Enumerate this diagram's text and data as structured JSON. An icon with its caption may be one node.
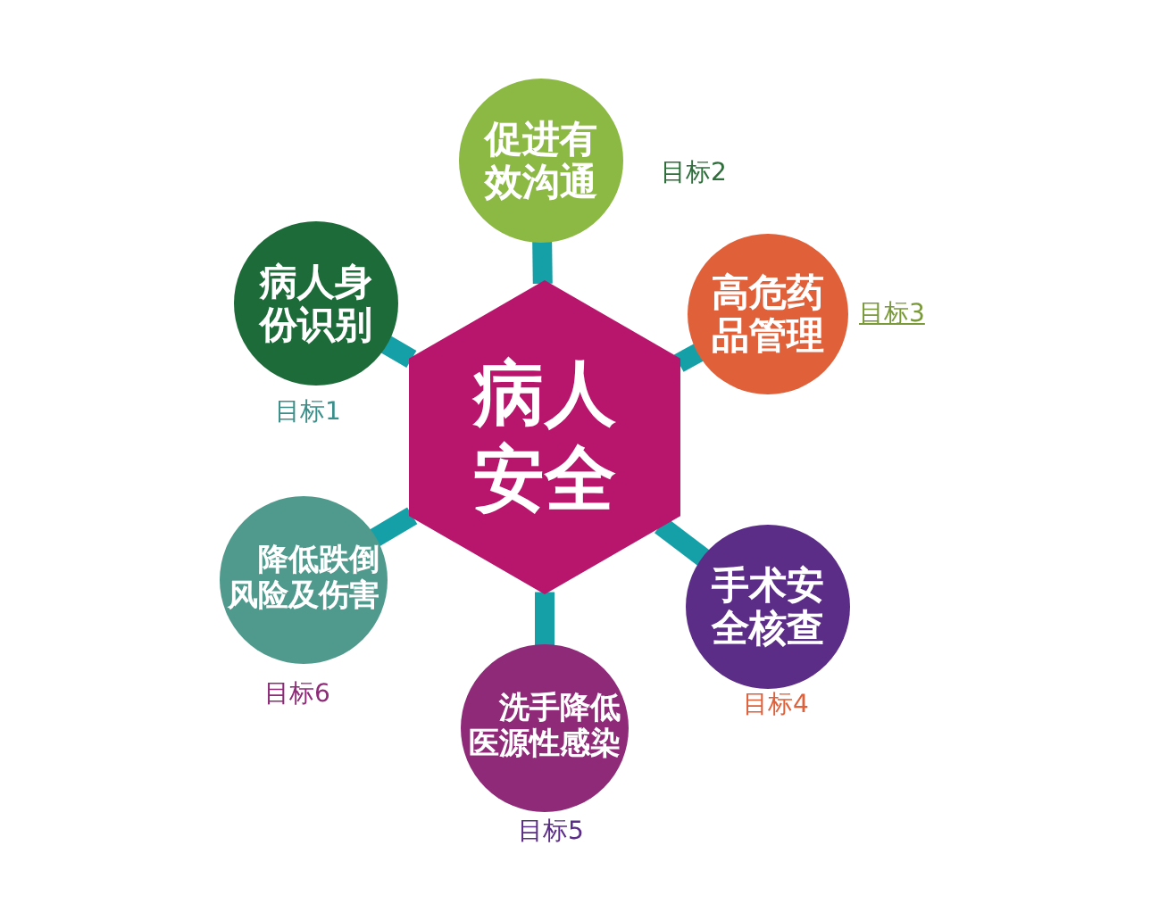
{
  "diagram": {
    "nodes": [
      {
        "text": [
          "病人安全"
        ]
      },
      {
        "text": [
          "促进有效沟通"
        ],
        "beside": [
          "目标2"
        ]
      },
      {
        "text": [
          "病人身份识别"
        ],
        "beside": [
          "目标1"
        ]
      },
      {
        "text": [
          "高危药品管理"
        ],
        "beside": [
          "目标3"
        ]
      },
      {
        "text": [
          "降低跌倒风险及伤害"
        ],
        "beside": [
          "目标6"
        ]
      },
      {
        "text": [
          "手术安全核查"
        ],
        "beside": [
          "目标4"
        ]
      },
      {
        "text": [
          "洗手降低医源性感染"
        ],
        "beside": [
          "目标5"
        ]
      }
    ],
    "edges": [
      {
        "from": 0,
        "to": 1,
        "arrow": "none"
      },
      {
        "from": 0,
        "to": 2,
        "arrow": "none"
      },
      {
        "from": 0,
        "to": 3,
        "arrow": "none"
      },
      {
        "from": 0,
        "to": 4,
        "arrow": "none"
      },
      {
        "from": 0,
        "to": 5,
        "arrow": "none"
      },
      {
        "from": 0,
        "to": 6,
        "arrow": "none"
      }
    ]
  }
}
